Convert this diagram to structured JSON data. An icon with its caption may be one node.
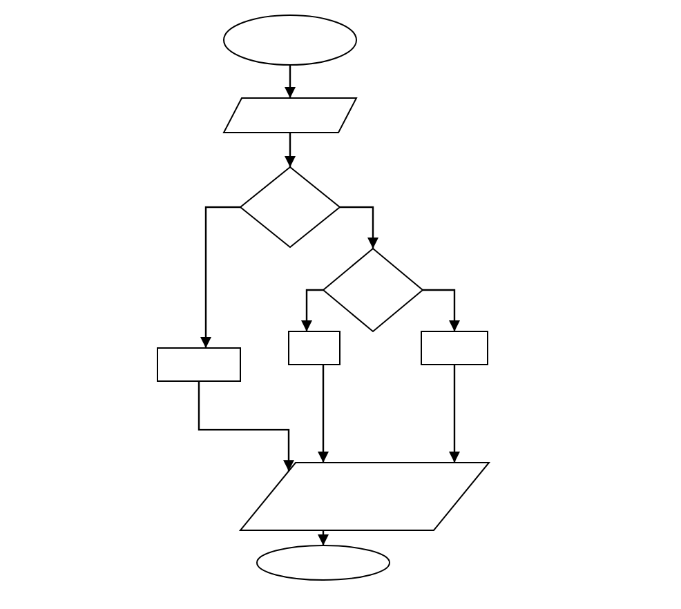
{
  "diagram": {
    "nodes": [
      {
        "text": [],
        "shape": "ellipse"
      },
      {
        "text": [],
        "shape": "parallelogram"
      },
      {
        "text": [],
        "shape": "diamond"
      },
      {
        "text": [],
        "shape": "diamond"
      },
      {
        "text": [],
        "shape": "box"
      },
      {
        "text": [],
        "shape": "box"
      },
      {
        "text": [],
        "shape": "box"
      },
      {
        "text": [],
        "shape": "parallelogram"
      },
      {
        "text": [],
        "shape": "ellipse"
      }
    ],
    "edges": [
      {
        "from": 0,
        "to": 1,
        "arrow": "to"
      },
      {
        "from": 1,
        "to": 2,
        "arrow": "to"
      },
      {
        "from": 2,
        "to": 4,
        "arrow": "to"
      },
      {
        "from": 2,
        "to": 3,
        "arrow": "to"
      },
      {
        "from": 3,
        "to": 5,
        "arrow": "to"
      },
      {
        "from": 3,
        "to": 6,
        "arrow": "to"
      },
      {
        "from": 4,
        "to": 7,
        "arrow": "to"
      },
      {
        "from": 5,
        "to": 7,
        "arrow": "to"
      },
      {
        "from": 6,
        "to": 7,
        "arrow": "to"
      },
      {
        "from": 7,
        "to": 8,
        "arrow": "to"
      }
    ]
  }
}
